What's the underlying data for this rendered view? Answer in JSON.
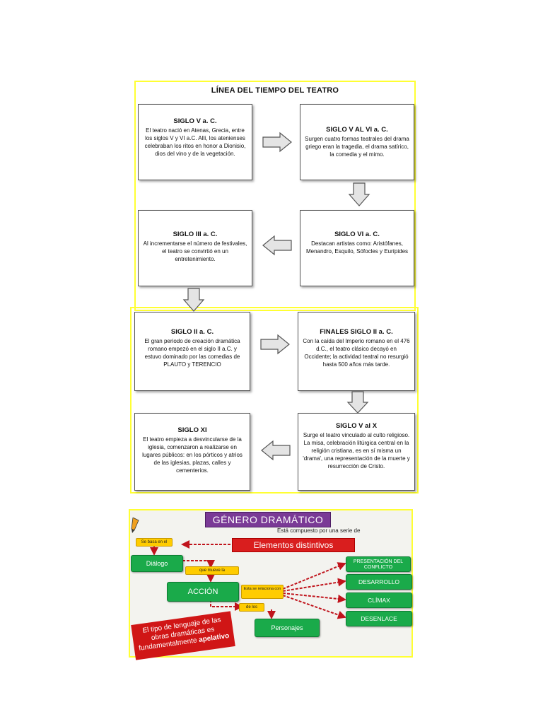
{
  "timeline": {
    "title": "LÍNEA DEL TIEMPO DEL TEATRO",
    "boxes": [
      {
        "title": "SIGLO V a. C.",
        "text": "El teatro nació en Atenas, Grecia, entre los siglos V y VI a.C. Allí, los atenienses celebraban los ritos en honor a Dionisio, dios del vino y de la vegetación."
      },
      {
        "title": "SIGLO V AL VI a. C.",
        "text": "Surgen cuatro formas teatrales del drama griego eran la tragedia, el drama satírico, la comedia y el mimo."
      },
      {
        "title": "SIGLO III a. C.",
        "text": "Al incrementarse el número de festivales, el teatro se convirtió en un entretenimiento."
      },
      {
        "title": "SIGLO VI a. C.",
        "text": "Destacan artistas como: Aristófanes, Menandro, Esquilo, Sófocles y Eurípides"
      },
      {
        "title": "SIGLO II a. C.",
        "text": "El gran periodo de creación dramática romano empezó en el siglo II a.C. y estuvo dominado por las comedias de PLAUTO y TERENCIO"
      },
      {
        "title": "FINALES SIGLO II a. C.",
        "text": "Con la caída del Imperio romano en el 476 d.C., el teatro clásico decayó en Occidente; la actividad teatral no resurgió hasta 500 años más tarde."
      },
      {
        "title": "SIGLO XI",
        "text": "El teatro empieza a desvincularse de la iglesia, comenzaron a realizarse en lugares públicos: en los pórticos y atrios de las iglesias, plazas, calles y cementerios."
      },
      {
        "title": "SIGLO V al X",
        "text": "Surge el teatro vinculado al culto religioso. La misa, celebración litúrgica central en la religión cristiana, es en sí misma un 'drama', una representación de la muerte y resurrección de Cristo."
      }
    ]
  },
  "genero": {
    "title": "GÉNERO DRAMÁTICO",
    "subtitle": "Está compuesto por una serie de",
    "elementos": "Elementos distintivos",
    "tag_basa": "Se basa en el",
    "dialogo": "Diálogo",
    "tag_mueve": "que mueve la",
    "accion": "ACCIÓN",
    "tag_relaciona": "Esta se relaciona con",
    "tag_delos": "de los",
    "personajes": "Personajes",
    "partes": [
      "PRESENTACIÓN DEL CONFLICTO",
      "DESARROLLO",
      "CLÍMAX",
      "DESENLACE"
    ],
    "nota_1": "El tipo de lenguaje de las obras dramáticas es fundamentalmente",
    "nota_2": "apelativo",
    "colors": {
      "purple": "#7a3a96",
      "red": "#d91e1e",
      "green": "#1aaa4a",
      "yellow": "#ffcc00"
    }
  }
}
